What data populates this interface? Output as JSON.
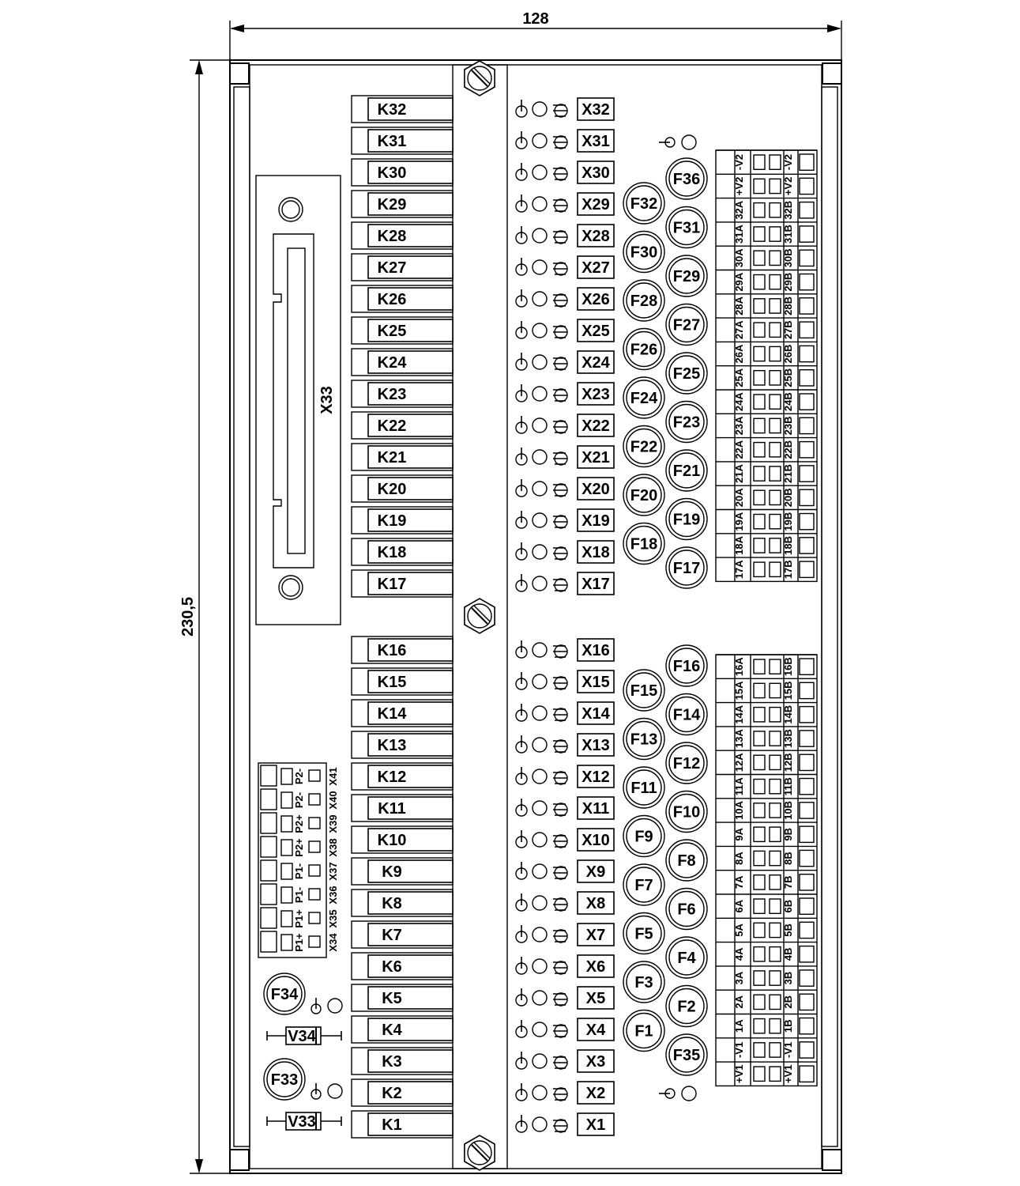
{
  "dimensions": {
    "width": "128",
    "height": "230,5"
  },
  "connector": {
    "label": "X33"
  },
  "relays": [
    "K1",
    "K2",
    "K3",
    "K4",
    "K5",
    "K6",
    "K7",
    "K8",
    "K9",
    "K10",
    "K11",
    "K12",
    "K13",
    "K14",
    "K15",
    "K16",
    "K17",
    "K18",
    "K19",
    "K20",
    "K21",
    "K22",
    "K23",
    "K24",
    "K25",
    "K26",
    "K27",
    "K28",
    "K29",
    "K30",
    "K31",
    "K32"
  ],
  "outputs": [
    "X1",
    "X2",
    "X3",
    "X4",
    "X5",
    "X6",
    "X7",
    "X8",
    "X9",
    "X10",
    "X11",
    "X12",
    "X13",
    "X14",
    "X15",
    "X16",
    "X17",
    "X18",
    "X19",
    "X20",
    "X21",
    "X22",
    "X23",
    "X24",
    "X25",
    "X26",
    "X27",
    "X28",
    "X29",
    "X30",
    "X31",
    "X32"
  ],
  "fuses_upper_left": [
    "F32",
    "F30",
    "F28",
    "F26",
    "F24",
    "F22",
    "F20",
    "F18"
  ],
  "fuses_upper_right": [
    "F36",
    "F31",
    "F29",
    "F27",
    "F25",
    "F23",
    "F21",
    "F19",
    "F17"
  ],
  "fuses_lower_left": [
    "F15",
    "F13",
    "F11",
    "F9",
    "F7",
    "F5",
    "F3",
    "F1"
  ],
  "fuses_lower_right": [
    "F16",
    "F14",
    "F12",
    "F10",
    "F8",
    "F6",
    "F4",
    "F2",
    "F35"
  ],
  "fuses_power": [
    "F34",
    "F33"
  ],
  "diodes": [
    "V34",
    "V33"
  ],
  "terminal_upper_a": [
    "-V2",
    "+V2",
    "32A",
    "31A",
    "30A",
    "29A",
    "28A",
    "27A",
    "26A",
    "25A",
    "24A",
    "23A",
    "22A",
    "21A",
    "20A",
    "19A",
    "18A",
    "17A"
  ],
  "terminal_upper_b": [
    "-V2",
    "+V2",
    "32B",
    "31B",
    "30B",
    "29B",
    "28B",
    "27B",
    "26B",
    "25B",
    "24B",
    "23B",
    "22B",
    "21B",
    "20B",
    "19B",
    "18B",
    "17B"
  ],
  "terminal_lower_a": [
    "16A",
    "15A",
    "14A",
    "13A",
    "12A",
    "11A",
    "10A",
    "9A",
    "8A",
    "7A",
    "6A",
    "5A",
    "4A",
    "3A",
    "2A",
    "1A",
    "-V1",
    "+V1"
  ],
  "terminal_lower_b": [
    "16B",
    "15B",
    "14B",
    "13B",
    "12B",
    "11B",
    "10B",
    "9B",
    "8B",
    "7B",
    "6B",
    "5B",
    "4B",
    "3B",
    "2B",
    "1B",
    "-V1",
    "+V1"
  ],
  "power_terminal_labels": [
    "P2-",
    "P2-",
    "P2+",
    "P2+",
    "P1-",
    "P1-",
    "P1+",
    "P1+"
  ],
  "power_terminal_names": [
    "X41",
    "X40",
    "X39",
    "X38",
    "X37",
    "X36",
    "X35",
    "X34"
  ]
}
